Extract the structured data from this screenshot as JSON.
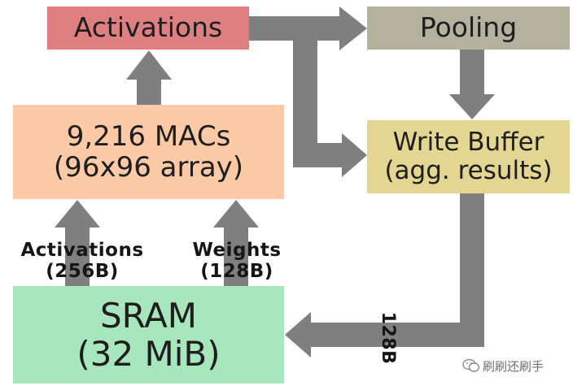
{
  "boxes": {
    "activations": "Activations",
    "pooling": "Pooling",
    "macs": {
      "line1": "9,216 MACs",
      "line2": "(96x96 array)"
    },
    "write_buffer": {
      "line1": "Write Buffer",
      "line2": "(agg. results)"
    },
    "sram": {
      "line1": "SRAM",
      "line2": "(32 MiB)"
    }
  },
  "labels": {
    "activations_in": {
      "line1": "Activations",
      "line2": "(256B)"
    },
    "weights_in": {
      "line1": "Weights",
      "line2": "(128B)"
    },
    "writeback": "128B"
  },
  "watermark": "刷刷还刷手",
  "colors": {
    "activations": "#de7f82",
    "pooling": "#b4b29f",
    "macs": "#fdcaa7",
    "write_buffer": "#e3d592",
    "sram": "#a8e6be",
    "arrow": "#7f7f7f"
  }
}
